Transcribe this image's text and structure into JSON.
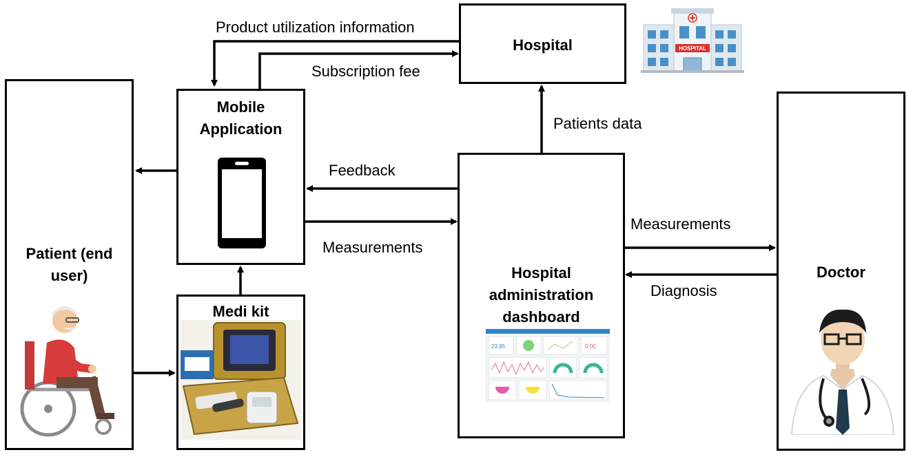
{
  "nodes": {
    "hospital": "Hospital",
    "mobile_app": "Mobile Application",
    "patient": "Patient (end user)",
    "medi_kit": "Medi kit",
    "dashboard": "Hospital administration dashboard",
    "doctor": "Doctor"
  },
  "edges": {
    "product_utilization": "Product utilization information",
    "subscription_fee": "Subscription fee",
    "patients_data": "Patients data",
    "feedback": "Feedback",
    "measurements_app_to_dashboard": "Measurements",
    "measurements_dashboard_to_doctor": "Measurements",
    "diagnosis": "Diagnosis"
  },
  "images": {
    "hospital_sign": "HOSPITAL",
    "dashboard_value_1": "23.85",
    "dashboard_value_2": "0.00"
  },
  "icons": {
    "hospital": "hospital-building-icon",
    "phone": "smartphone-icon",
    "patient": "elderly-wheelchair-user-icon",
    "kit": "medical-kit-photo",
    "dashboard": "dashboard-screenshot",
    "doctor": "doctor-avatar-icon"
  },
  "colors": {
    "line": "#000000",
    "hospital_wall": "#dfe8ef",
    "hospital_sign": "#d9322b",
    "kit_gold": "#b8922f",
    "doctor_coat": "#ffffff",
    "doctor_tie": "#1f3b4d"
  }
}
